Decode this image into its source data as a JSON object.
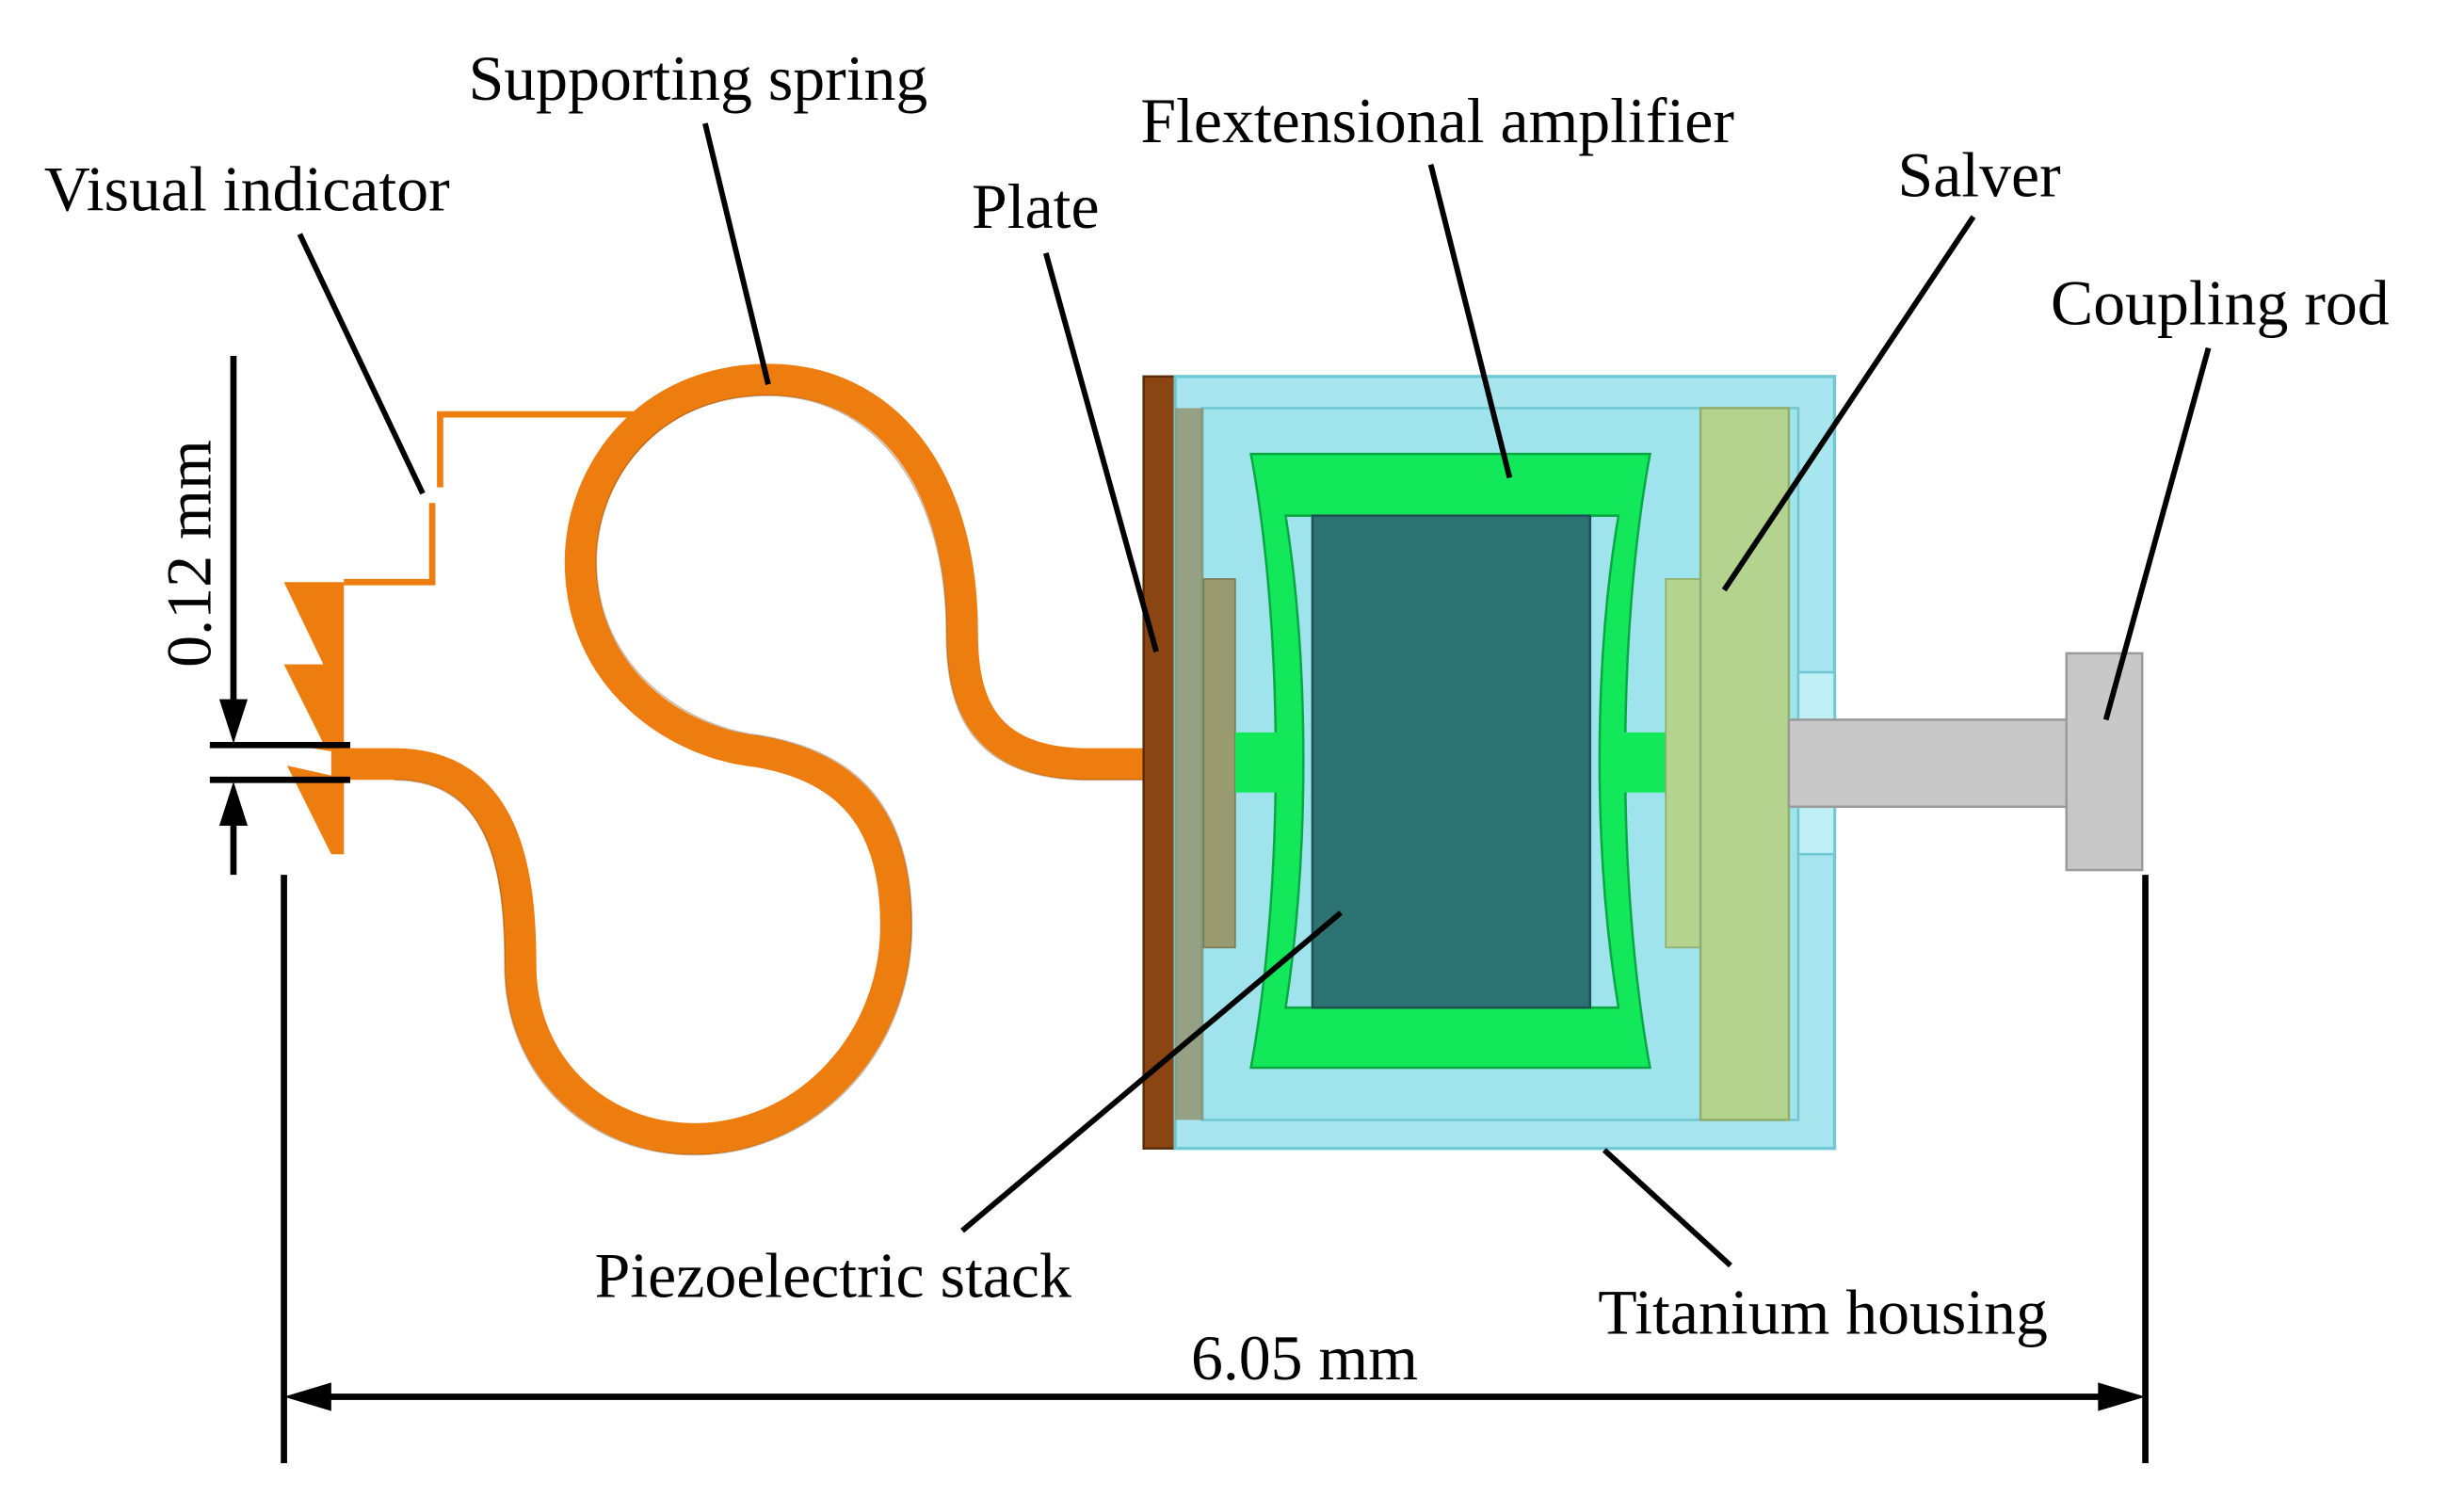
{
  "labels": {
    "supporting_spring": "Supporting spring",
    "visual_indicator": "Visual indicator",
    "flextensional_amplifier": "Flextensional amplifier",
    "plate": "Plate",
    "salver": "Salver",
    "coupling_rod": "Coupling rod",
    "piezoelectric_stack": "Piezoelectric stack",
    "titanium_housing": "Titanium housing"
  },
  "dimensions": {
    "gap": "0.12 mm",
    "length": "6.05 mm"
  },
  "colors": {
    "spring": "#ee7d0f",
    "plate": "#8b4513",
    "housing": "#a8e6ef",
    "amplifier": "#12e85a",
    "stack": "#2e7373",
    "salver": "#b3d38f",
    "rod": "#c8c8c8"
  }
}
